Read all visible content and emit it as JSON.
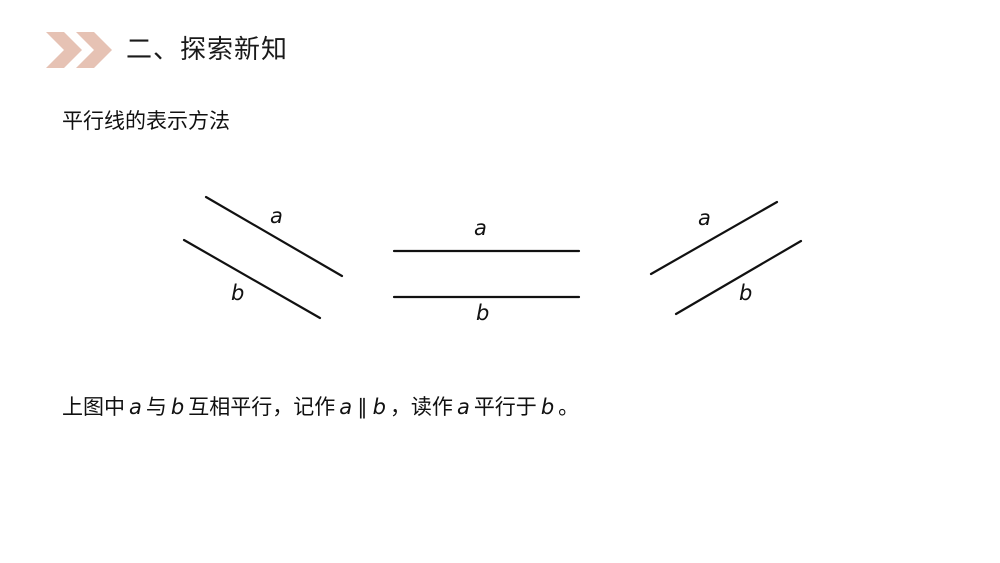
{
  "header": {
    "title": "二、探索新知",
    "accent_color": "#e6c2b4",
    "icon": "double-chevron-right-icon"
  },
  "subtitle": "平行线的表示方法",
  "figures": [
    {
      "label_a": "a",
      "label_b": "b",
      "orientation": "descending"
    },
    {
      "label_a": "a",
      "label_b": "b",
      "orientation": "horizontal"
    },
    {
      "label_a": "a",
      "label_b": "b",
      "orientation": "ascending"
    }
  ],
  "caption": {
    "p1": "上图中",
    "a1": "a",
    "p2": "与",
    "b1": "b",
    "p3": "互相平行，记作",
    "a2": "a",
    "parallel": "∥",
    "b2": "b",
    "p4": "，读作",
    "a3": "a",
    "p5": "平行于",
    "b3": "b",
    "p6": "。"
  }
}
